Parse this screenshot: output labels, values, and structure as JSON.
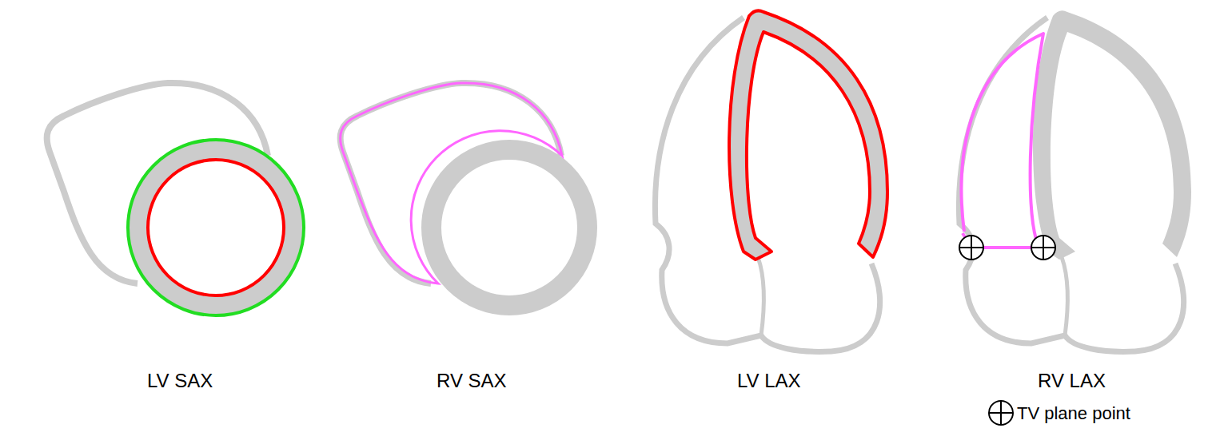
{
  "diagram": {
    "labels": [
      "LV SAX",
      "RV SAX",
      "LV LAX",
      "RV LAX"
    ],
    "legend": [
      {
        "text": "TV plane point"
      }
    ]
  }
}
